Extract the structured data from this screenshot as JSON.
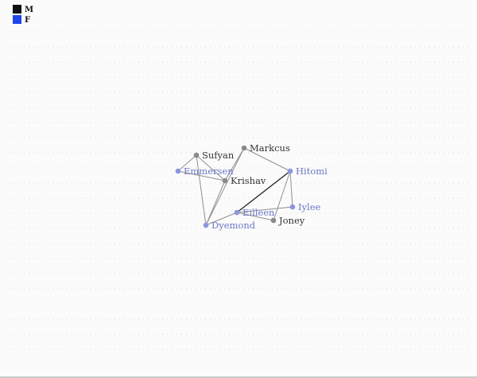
{
  "legend": [
    {
      "key": "M",
      "label": "M",
      "color": "#111111"
    },
    {
      "key": "F",
      "label": "F",
      "color": "#1f46e8"
    }
  ],
  "colors": {
    "M_node": "#8a8a8a",
    "M_text": "#333333",
    "F_node": "#8b96dd",
    "F_text": "#6a76c6",
    "edge": "#8f8f8f",
    "edge_strong": "#222222",
    "background": "#fbfbfb"
  },
  "nodes": [
    {
      "id": "sufyan",
      "label": "Sufyan",
      "group": "M"
    },
    {
      "id": "markcus",
      "label": "Markcus",
      "group": "M"
    },
    {
      "id": "emmersen",
      "label": "Emmersen",
      "group": "F"
    },
    {
      "id": "krishav",
      "label": "Krishav",
      "group": "M"
    },
    {
      "id": "hitomi",
      "label": "Hitomi",
      "group": "F"
    },
    {
      "id": "eilleen",
      "label": "Eilleen",
      "group": "F"
    },
    {
      "id": "iylee",
      "label": "Iylee",
      "group": "F"
    },
    {
      "id": "joney",
      "label": "Joney",
      "group": "M"
    },
    {
      "id": "dyemond",
      "label": "Dyemond",
      "group": "F"
    }
  ],
  "edges": [
    {
      "source": "sufyan",
      "target": "emmersen"
    },
    {
      "source": "sufyan",
      "target": "krishav"
    },
    {
      "source": "sufyan",
      "target": "dyemond"
    },
    {
      "source": "markcus",
      "target": "krishav"
    },
    {
      "source": "markcus",
      "target": "hitomi"
    },
    {
      "source": "markcus",
      "target": "dyemond"
    },
    {
      "source": "emmersen",
      "target": "krishav"
    },
    {
      "source": "krishav",
      "target": "dyemond"
    },
    {
      "source": "hitomi",
      "target": "eilleen",
      "strong": true
    },
    {
      "source": "hitomi",
      "target": "iylee"
    },
    {
      "source": "hitomi",
      "target": "joney"
    },
    {
      "source": "eilleen",
      "target": "joney"
    },
    {
      "source": "eilleen",
      "target": "iylee"
    },
    {
      "source": "dyemond",
      "target": "eilleen"
    }
  ]
}
